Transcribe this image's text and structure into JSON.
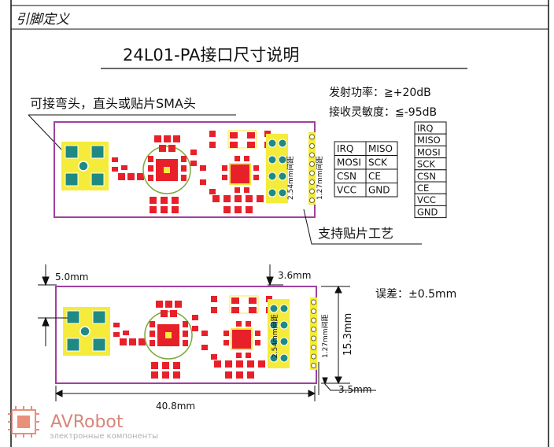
{
  "header": {
    "section_label": "引脚定义",
    "title": "24L01-PA接口尺寸说明"
  },
  "specs": {
    "tx_power": "发射功率：≧+20dB",
    "rx_sensitivity": "接收灵敏度：≦-95dB"
  },
  "callouts": {
    "antenna_note": "可接弯头，直头或贴片SMA头",
    "smd_note": "支持贴片工艺"
  },
  "pitch_labels": {
    "large": "2.54mm间距",
    "small": "1.27mm间距"
  },
  "pin_table_2col": [
    [
      "IRQ",
      "MISO"
    ],
    [
      "MOSI",
      "SCK"
    ],
    [
      "CSN",
      "CE"
    ],
    [
      "VCC",
      "GND"
    ]
  ],
  "pin_table_1col": [
    "IRQ",
    "MISO",
    "MOSI",
    "SCK",
    "CSN",
    "CE",
    "VCC",
    "GND"
  ],
  "dimensions": {
    "left_offset": "5.0mm",
    "top_right": "3.6mm",
    "height": "15.3mm",
    "width": "40.8mm",
    "right_offset": "3.5mm",
    "tolerance": "误差：±0.5mm"
  },
  "watermark": {
    "brand": "AVRobot",
    "subtitle": "электронные компоненты"
  },
  "colors": {
    "board_outline": "#a040a0",
    "pad_red": "#e8202a",
    "pad_yellow": "#f5eb3a",
    "pad_teal": "#1f8a84",
    "silk_green": "#7ba83c",
    "ink": "#111111"
  }
}
